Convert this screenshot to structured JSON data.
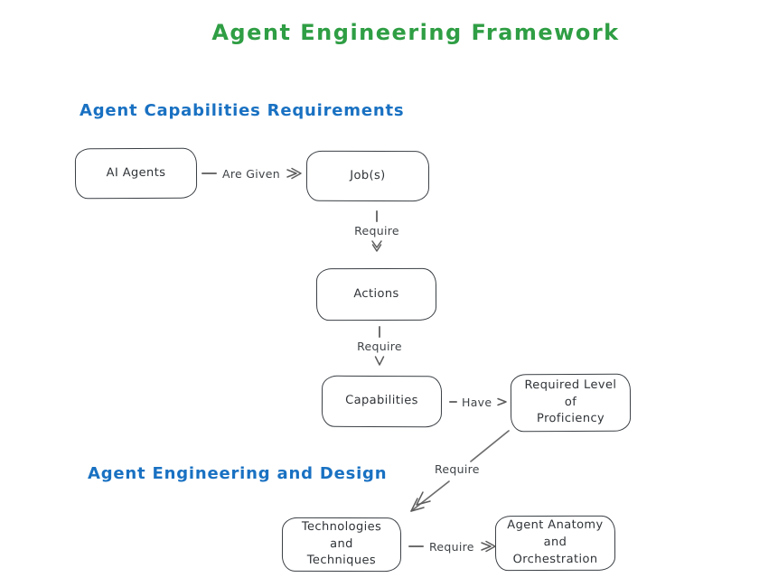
{
  "title": {
    "text": "Agent Engineering Framework"
  },
  "sections": [
    {
      "label": "Agent Capabilities Requirements"
    },
    {
      "label": "Agent Engineering and Design"
    }
  ],
  "nodes": [
    {
      "id": "ai-agents",
      "label": "AI Agents"
    },
    {
      "id": "jobs",
      "label": "Job(s)"
    },
    {
      "id": "actions",
      "label": "Actions"
    },
    {
      "id": "capabilities",
      "label": "Capabilities"
    },
    {
      "id": "required-level-of-proficiency",
      "label": "Required Level of\nProficiency"
    },
    {
      "id": "technologies-and-techniques",
      "label": "Technologies and\nTechniques"
    },
    {
      "id": "agent-anatomy-and-orchestration",
      "label": "Agent Anatomy\nand Orchestration"
    }
  ],
  "edges": [
    {
      "from": "ai-agents",
      "to": "jobs",
      "label": "Are Given",
      "direction": "right"
    },
    {
      "from": "jobs",
      "to": "actions",
      "label": "Require",
      "direction": "down"
    },
    {
      "from": "actions",
      "to": "capabilities",
      "label": "Require",
      "direction": "down"
    },
    {
      "from": "capabilities",
      "to": "required-level-of-proficiency",
      "label": "Have",
      "direction": "right"
    },
    {
      "from": "required-level-of-proficiency",
      "to": "technologies-and-techniques",
      "label": "Require",
      "direction": "down-left"
    },
    {
      "from": "technologies-and-techniques",
      "to": "agent-anatomy-and-orchestration",
      "label": "Require",
      "direction": "right"
    }
  ],
  "colors": {
    "title": "#2f9e44",
    "section_heading": "#1971c2",
    "node_stroke": "#3a3f44",
    "node_text": "#2f3337",
    "edge": "#6e6e6e",
    "background": "#ffffff"
  }
}
